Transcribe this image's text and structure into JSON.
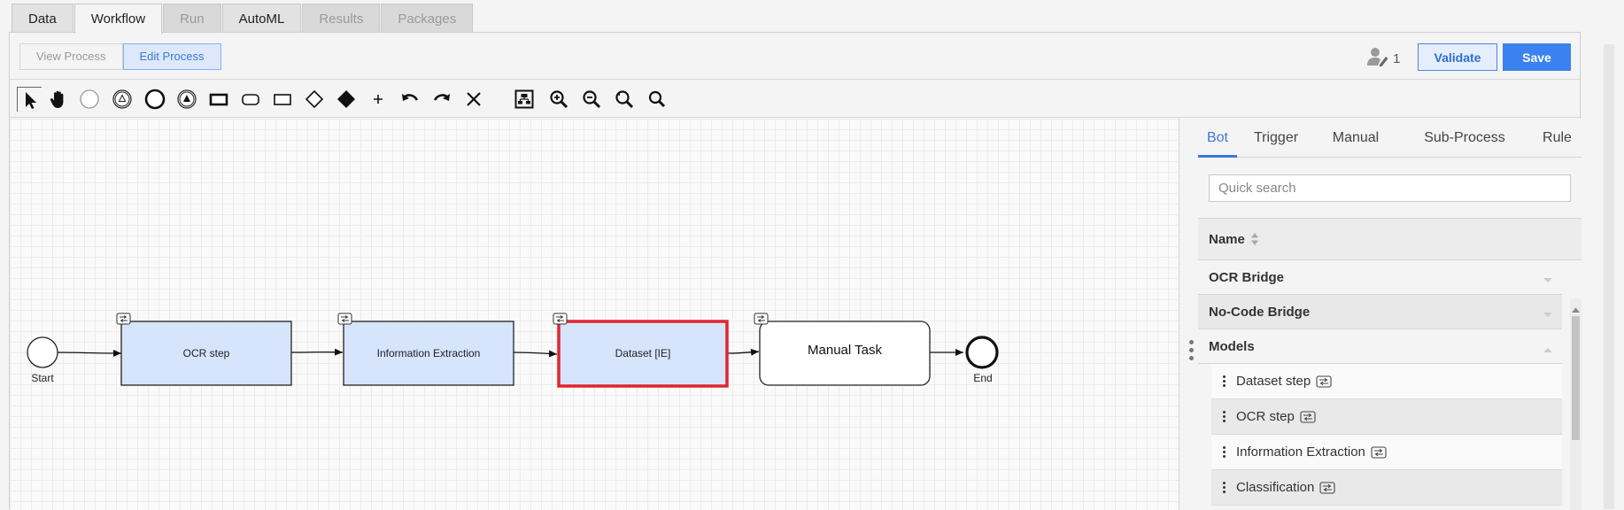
{
  "top_tabs": [
    {
      "label": "Data",
      "state": "normal"
    },
    {
      "label": "Workflow",
      "state": "active"
    },
    {
      "label": "Run",
      "state": "disabled"
    },
    {
      "label": "AutoML",
      "state": "normal"
    },
    {
      "label": "Results",
      "state": "disabled"
    },
    {
      "label": "Packages",
      "state": "disabled"
    }
  ],
  "header": {
    "view_process": "View Process",
    "edit_process": "Edit Process",
    "user_count": "1",
    "validate": "Validate",
    "save": "Save"
  },
  "toolbar": [
    "pointer-tool",
    "hand-tool",
    "start-event-tool",
    "intermediate-event-tool",
    "end-event-tool",
    "throw-event-tool",
    "task-tool",
    "subprocess-tool",
    "frame-tool",
    "gateway-tool",
    "filled-gateway-tool",
    "add-tool",
    "undo-tool",
    "redo-tool",
    "delete-tool",
    "layout-tool",
    "zoom-in-tool",
    "zoom-out-tool",
    "zoom-reset-tool",
    "zoom-fit-tool"
  ],
  "diagram": {
    "start_label": "Start",
    "end_label": "End",
    "steps": [
      {
        "label": "OCR step"
      },
      {
        "label": "Information Extraction"
      },
      {
        "label": "Dataset [IE]"
      },
      {
        "label": "Manual Task"
      }
    ],
    "colors": {
      "step_fill": "#d6e4fc",
      "selected_border": "#e0242e",
      "manual_fill": "#ffffff"
    }
  },
  "panel": {
    "tabs": [
      "Bot",
      "Trigger",
      "Manual",
      "Sub-Process",
      "Rule"
    ],
    "search_placeholder": "Quick search",
    "column_name": "Name",
    "groups": [
      {
        "label": "OCR Bridge",
        "expanded": false
      },
      {
        "label": "No-Code Bridge",
        "expanded": false
      },
      {
        "label": "Models",
        "expanded": true
      }
    ],
    "model_items": [
      "Dataset step",
      "OCR step",
      "Information Extraction",
      "Classification"
    ]
  },
  "accent_color": "#3b82f0"
}
